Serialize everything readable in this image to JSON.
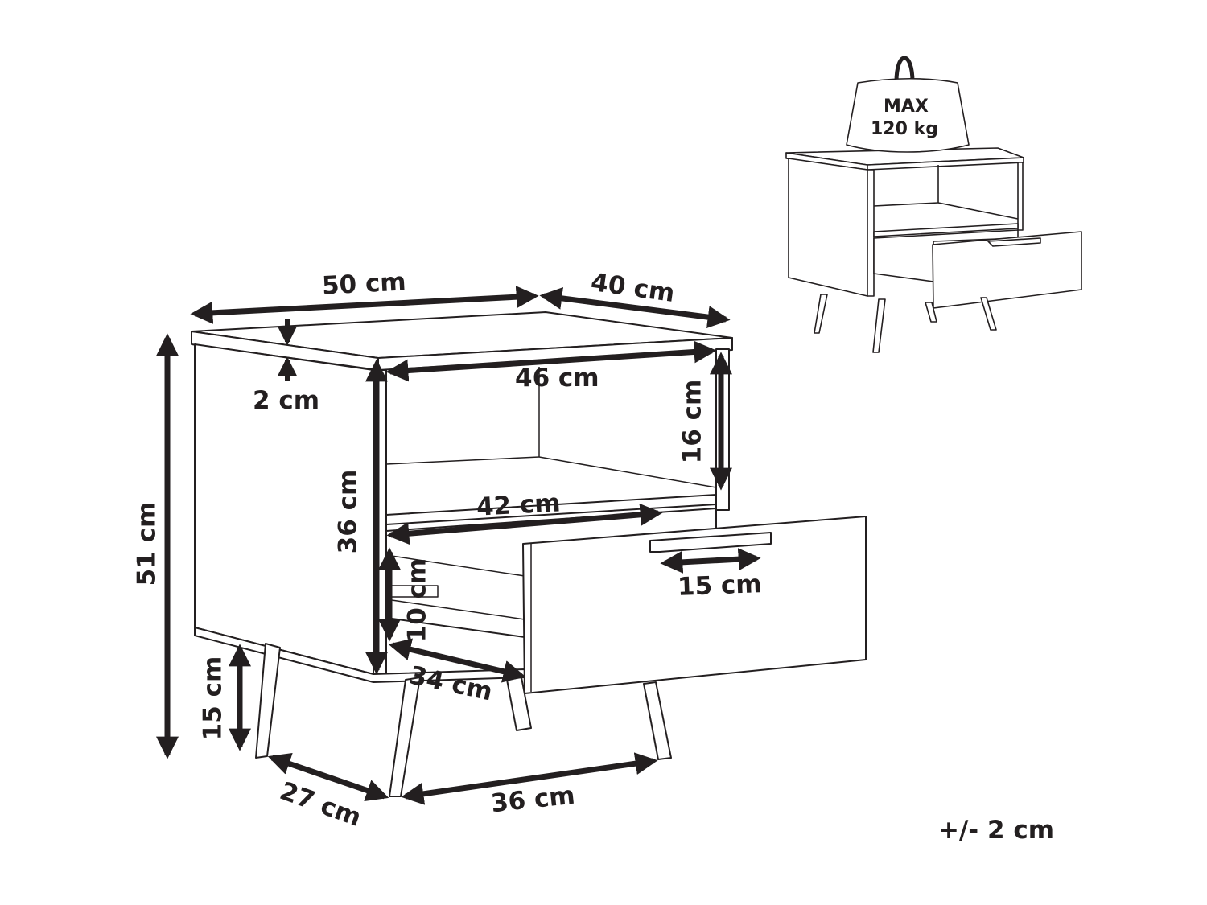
{
  "diagram": {
    "subject": "nightstand with open shelf and one drawer, four tapered legs",
    "colors": {
      "line": "#231f20",
      "background": "#ffffff"
    },
    "dimensions": {
      "width_top": "50 cm",
      "depth_top": "40 cm",
      "top_thickness": "2 cm",
      "total_height": "51 cm",
      "inner_width": "46 cm",
      "shelf_height": "16 cm",
      "body_height": "36 cm",
      "drawer_width": "42 cm",
      "drawer_height": "10 cm",
      "drawer_depth": "34 cm",
      "handle_width": "15 cm",
      "leg_height": "15 cm",
      "leg_spacing_depth": "27 cm",
      "leg_spacing_width": "36 cm"
    },
    "load_badge": {
      "line1": "MAX",
      "line2": "120 kg"
    },
    "tolerance": "+/- 2 cm"
  }
}
